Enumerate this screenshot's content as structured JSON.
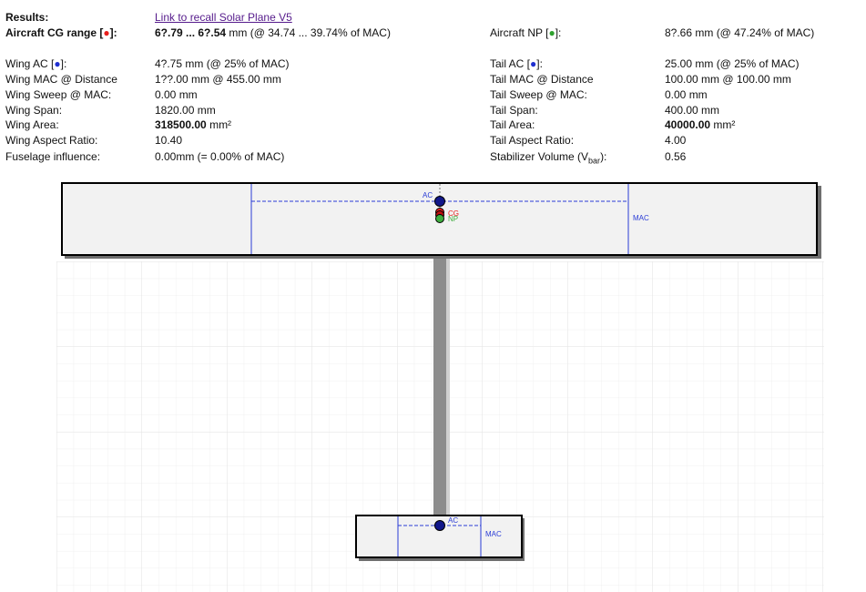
{
  "header": {
    "results_label": "Results:",
    "recall_link": "Link to recall Solar Plane V5",
    "cg_range_label_prefix": "Aircraft CG range [",
    "cg_range_label_suffix": "]:",
    "cg_range_value_a": "6?.79 ... 6?.54",
    "cg_range_value_b": " mm (@ 34.74 ... 39.74% of MAC)",
    "np_label_prefix": "Aircraft NP [",
    "np_label_suffix": "]:",
    "np_value": "8?.66 mm (@ 47.24% of MAC)",
    "dot": "●"
  },
  "wing": {
    "ac_label_prefix": "Wing AC [",
    "ac_label_suffix": "]:",
    "ac_value": "4?.75 mm (@ 25% of MAC)",
    "mac_label": "Wing MAC @ Distance",
    "mac_value": "1??.00 mm @ 455.00 mm",
    "sweep_label": "Wing Sweep @ MAC:",
    "sweep_value": "0.00 mm",
    "span_label": "Wing Span:",
    "span_value": "1820.00 mm",
    "area_label": "Wing Area:",
    "area_value_num": "318500.00",
    "area_value_unit": " mm²",
    "ar_label": "Wing Aspect Ratio:",
    "ar_value": "10.40",
    "fuselage_label": "Fuselage influence:",
    "fuselage_value": "0.00mm (= 0.00% of MAC)"
  },
  "tail": {
    "ac_label_prefix": "Tail AC [",
    "ac_label_suffix": "]:",
    "ac_value": "25.00 mm (@ 25% of MAC)",
    "mac_label": "Tail MAC @ Distance",
    "mac_value": "100.00 mm @ 100.00 mm",
    "sweep_label": "Tail Sweep @ MAC:",
    "sweep_value": "0.00 mm",
    "span_label": "Tail Span:",
    "span_value": "400.00 mm",
    "area_label": "Tail Area:",
    "area_value_num": "40000.00",
    "area_value_unit": " mm²",
    "ar_label": "Tail Aspect Ratio:",
    "ar_value": "4.00",
    "stab_label_prefix": "Stabilizer Volume (V",
    "stab_label_sub": "bar",
    "stab_label_suffix": "):",
    "stab_value": "0.56"
  },
  "diagram": {
    "wing_ac_label": "AC",
    "wing_cg_label": "CG",
    "wing_np_label": "NP",
    "wing_mac_label": "MAC",
    "tail_ac_label": "AC",
    "tail_mac_label": "MAC",
    "colors": {
      "mac_blue": "#2a3cd6",
      "cg_red": "#e8201e",
      "np_green": "#3fae3f",
      "fuselage": "#8c8c8c",
      "grid": "#e6e6e6",
      "planform_fill": "#f2f2f2"
    }
  }
}
